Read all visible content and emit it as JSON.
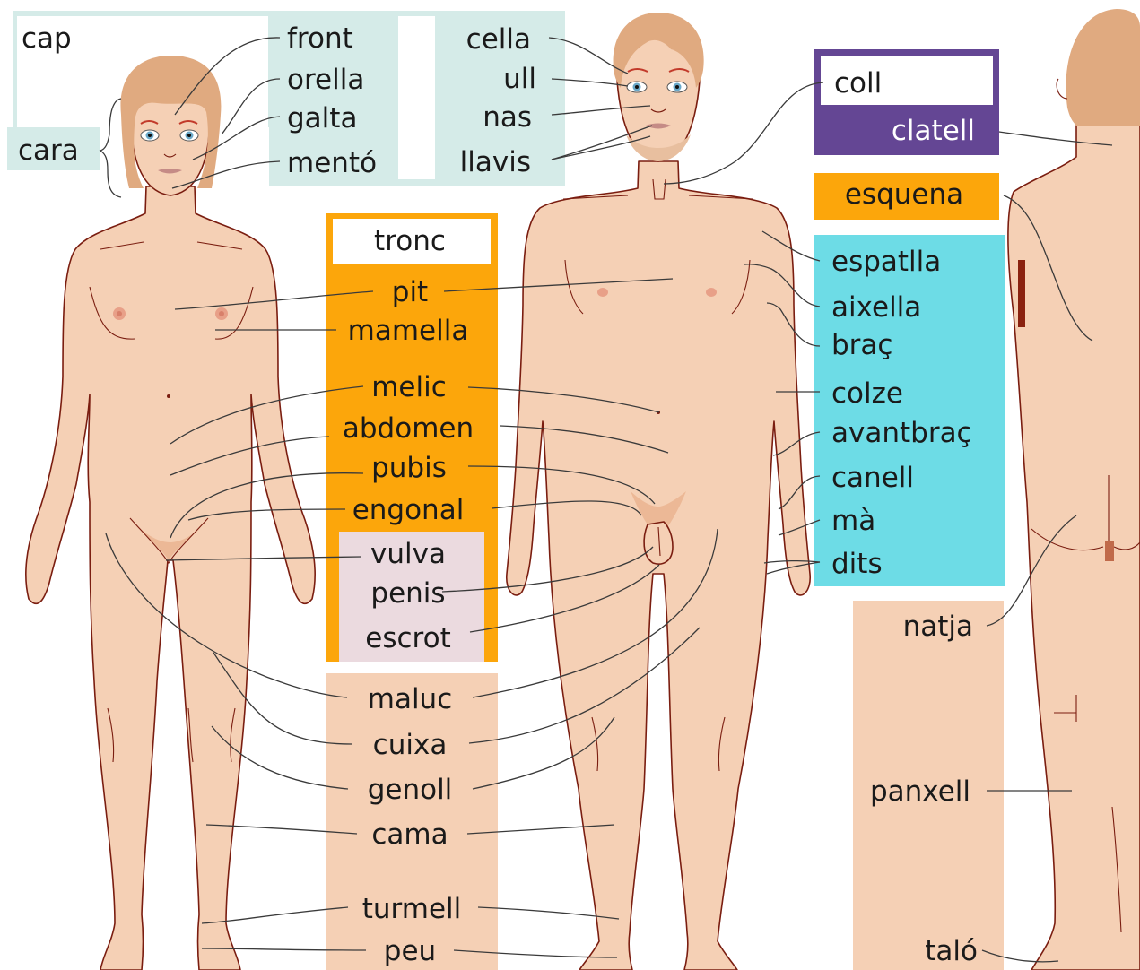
{
  "labels": {
    "cap": "cap",
    "cara": "cara",
    "front": "front",
    "orella": "orella",
    "galta": "galta",
    "mento": "mentó",
    "cella": "cella",
    "ull": "ull",
    "nas": "nas",
    "llavis": "llavis",
    "coll": "coll",
    "clatell": "clatell",
    "esquena": "esquena",
    "tronc": "tronc",
    "pit": "pit",
    "mamella": "mamella",
    "melic": "melic",
    "abdomen": "abdomen",
    "pubis": "pubis",
    "engonal": "engonal",
    "vulva": "vulva",
    "penis": "penis",
    "escrot": "escrot",
    "espatlla": "espatlla",
    "aixella": "aixella",
    "brac": "braç",
    "colze": "colze",
    "avantbrac": "avantbraç",
    "canell": "canell",
    "ma": "mà",
    "dits": "dits",
    "maluc": "maluc",
    "cuixa": "cuixa",
    "genoll": "genoll",
    "cama": "cama",
    "turmell": "turmell",
    "peu": "peu",
    "natja": "natja",
    "panxell": "panxell",
    "talo": "taló"
  },
  "colors": {
    "head_panel": "#d5ebe8",
    "neck_dark": "#644694",
    "trunk": "#fca60b",
    "genital": "#ebdadf",
    "arm": "#6ddce6",
    "leg": "#f5d0b5",
    "skin": "#f5d0b5",
    "outline": "#7a1d10",
    "hair": "#e0aa80"
  }
}
